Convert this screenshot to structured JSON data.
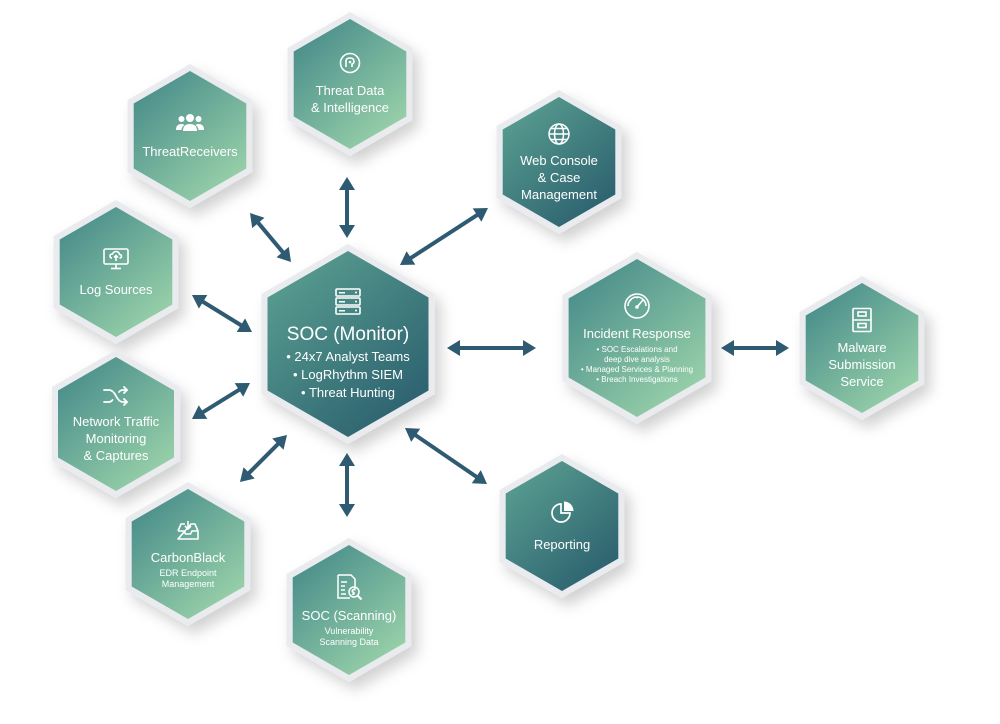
{
  "nodes": {
    "threat_receivers": {
      "title": "ThreatReceivers",
      "icon": "users-icon"
    },
    "threat_data": {
      "title_line1": "Threat Data",
      "title_line2": "& Intelligence",
      "icon": "brain-icon"
    },
    "web_console": {
      "title_line1": "Web Console",
      "title_line2": "& Case",
      "title_line3": "Management",
      "icon": "globe-icon"
    },
    "log_sources": {
      "title": "Log Sources",
      "icon": "monitor-upload-icon"
    },
    "soc_monitor": {
      "title": "SOC (Monitor)",
      "items": [
        "• 24x7 Analyst Teams",
        "• LogRhythm SIEM",
        "• Threat Hunting"
      ],
      "icon": "server-icon"
    },
    "incident_response": {
      "title": "Incident Response",
      "items": [
        "• SOC Escalations and",
        "deep dive analysis",
        "• Managed Services & Planning",
        "• Breach Investigations"
      ],
      "icon": "gauge-icon"
    },
    "malware": {
      "title_line1": "Malware",
      "title_line2": "Submission",
      "title_line3": "Service",
      "icon": "cabinet-icon"
    },
    "network_traffic": {
      "title_line1": "Network Traffic",
      "title_line2": "Monitoring",
      "title_line3": "& Captures",
      "icon": "shuffle-icon"
    },
    "carbonblack": {
      "title": "CarbonBlack",
      "sub_line1": "EDR Endpoint",
      "sub_line2": "Management",
      "icon": "inbox-download-icon"
    },
    "soc_scanning": {
      "title": "SOC (Scanning)",
      "sub_line1": "Vulnerability",
      "sub_line2": "Scanning Data",
      "icon": "document-search-icon"
    },
    "reporting": {
      "title": "Reporting",
      "icon": "pie-chart-icon"
    }
  },
  "colors": {
    "hex_light": "#8ccaa3",
    "hex_mid": "#5a9d90",
    "hex_dark": "#2c6470",
    "border": "#e9ebee",
    "arrow": "#2e5a72",
    "text": "#ffffff"
  }
}
